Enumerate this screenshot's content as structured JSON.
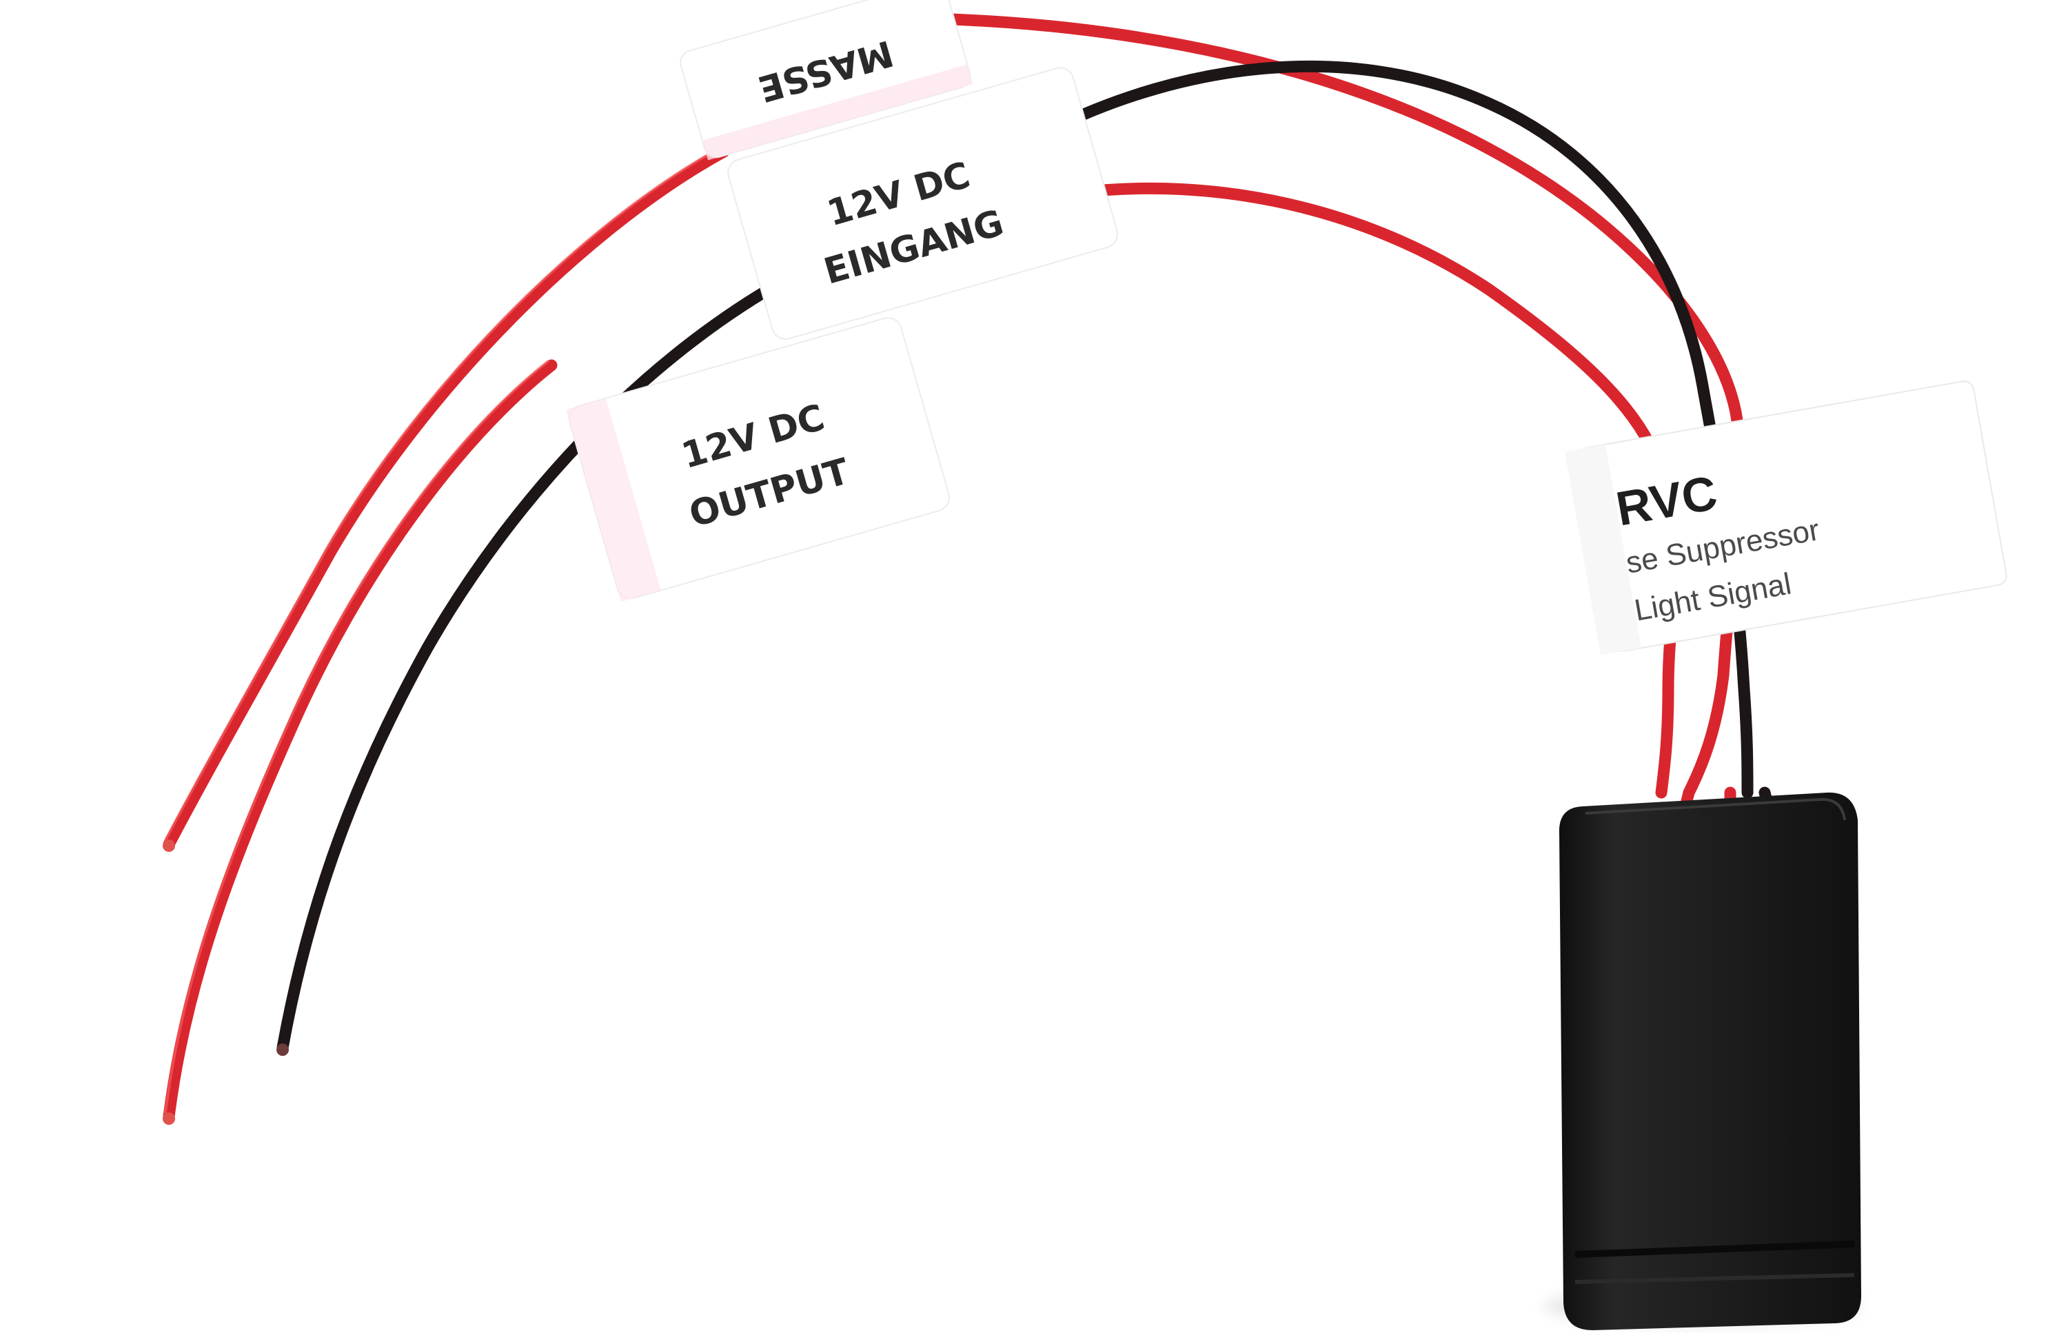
{
  "photo": {
    "colors": {
      "background": "#ffffff",
      "red_wire": "#d9262e",
      "red_wire_highlight": "#ff6a6a",
      "black_wire": "#1d1616",
      "tip": "#e0524b",
      "label": "#ffffff",
      "module": "#1c1c1c"
    },
    "labels": {
      "masse": "MASSE",
      "input_line1": "12V DC",
      "input_line2": "EINGANG",
      "output_line1": "12V DC",
      "output_line2": "OUTPUT"
    },
    "product_label": {
      "title": "RVC",
      "line1": "se Suppressor",
      "line2": "Light Signal"
    }
  }
}
